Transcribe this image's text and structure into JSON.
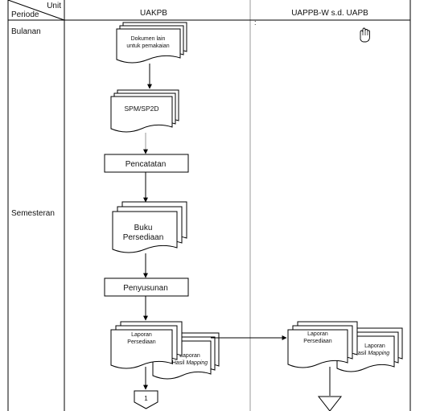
{
  "header": {
    "unit_label": "Unit",
    "periode_label": "Periode",
    "lane1_title": "UAKPB",
    "lane2_title": "UAPPB-W s.d. UAPB"
  },
  "periods": {
    "bulanan": "Bulanan",
    "semesteran": "Semesteran"
  },
  "shapes": {
    "dokumen_line1": "Dokumen lain",
    "dokumen_line2": "untuk pemakaian",
    "spm": "SPM/SP2D",
    "pencatatan": "Pencatatan",
    "buku_line1": "Buku",
    "buku_line2": "Persediaan",
    "penyusunan": "Penyusunan",
    "laporan_line1": "Laporan",
    "laporan_line2": "Persediaan",
    "hasil_line1": "Laporan",
    "hasil_line2_prefix": "Hasil",
    "hasil_line2_italic": "Mapping",
    "laporan2_line1": "Laporan",
    "laporan2_line2": "Persediaan",
    "hasil2_line1": "Laporan",
    "hasil2_line2_prefix": "Hasil",
    "hasil2_line2_italic": "Mapping",
    "connector": "1",
    "colon_mark": ":"
  },
  "icons": [
    "hand-cursor-icon",
    "merge-triangle-icon",
    "arrow-head-icon"
  ]
}
